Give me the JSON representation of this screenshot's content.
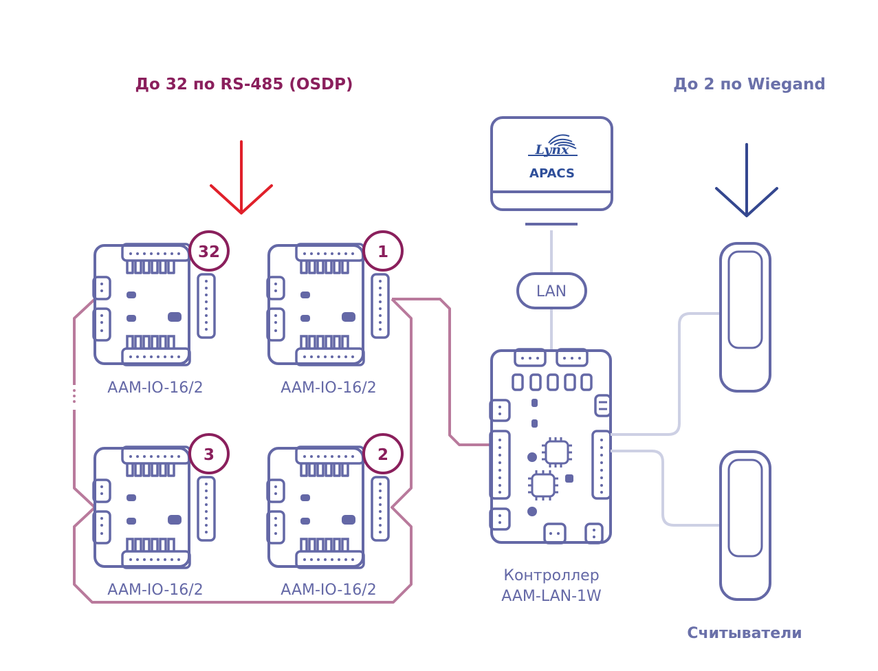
{
  "headers": {
    "rs485": "До 32 по RS-485 (OSDP)",
    "wiegand": "До 2 по Wiegand"
  },
  "modules": [
    {
      "badge": "32",
      "label": "AAM-IO-16/2"
    },
    {
      "badge": "1",
      "label": "AAM-IO-16/2"
    },
    {
      "badge": "3",
      "label": "AAM-IO-16/2"
    },
    {
      "badge": "2",
      "label": "AAM-IO-16/2"
    }
  ],
  "lan_label": "LAN",
  "server": {
    "logo_text": "Lynx",
    "name": "APACS"
  },
  "controller": {
    "line1": "Контроллер",
    "line2": "AAM-LAN-1W"
  },
  "readers_label": "Считыватели",
  "colors": {
    "rs485_header": "#8a1f5c",
    "wiegand_header": "#6a70a9",
    "rs485_arrow": "#e0202a",
    "wiegand_arrow": "#34478f",
    "device_outline": "#6468a6",
    "bus_line": "#b97a9c",
    "badge_ring": "#8a1f5c",
    "wiegand_line": "#cdd0e4",
    "apacs_logo": "#2f4f9a"
  }
}
